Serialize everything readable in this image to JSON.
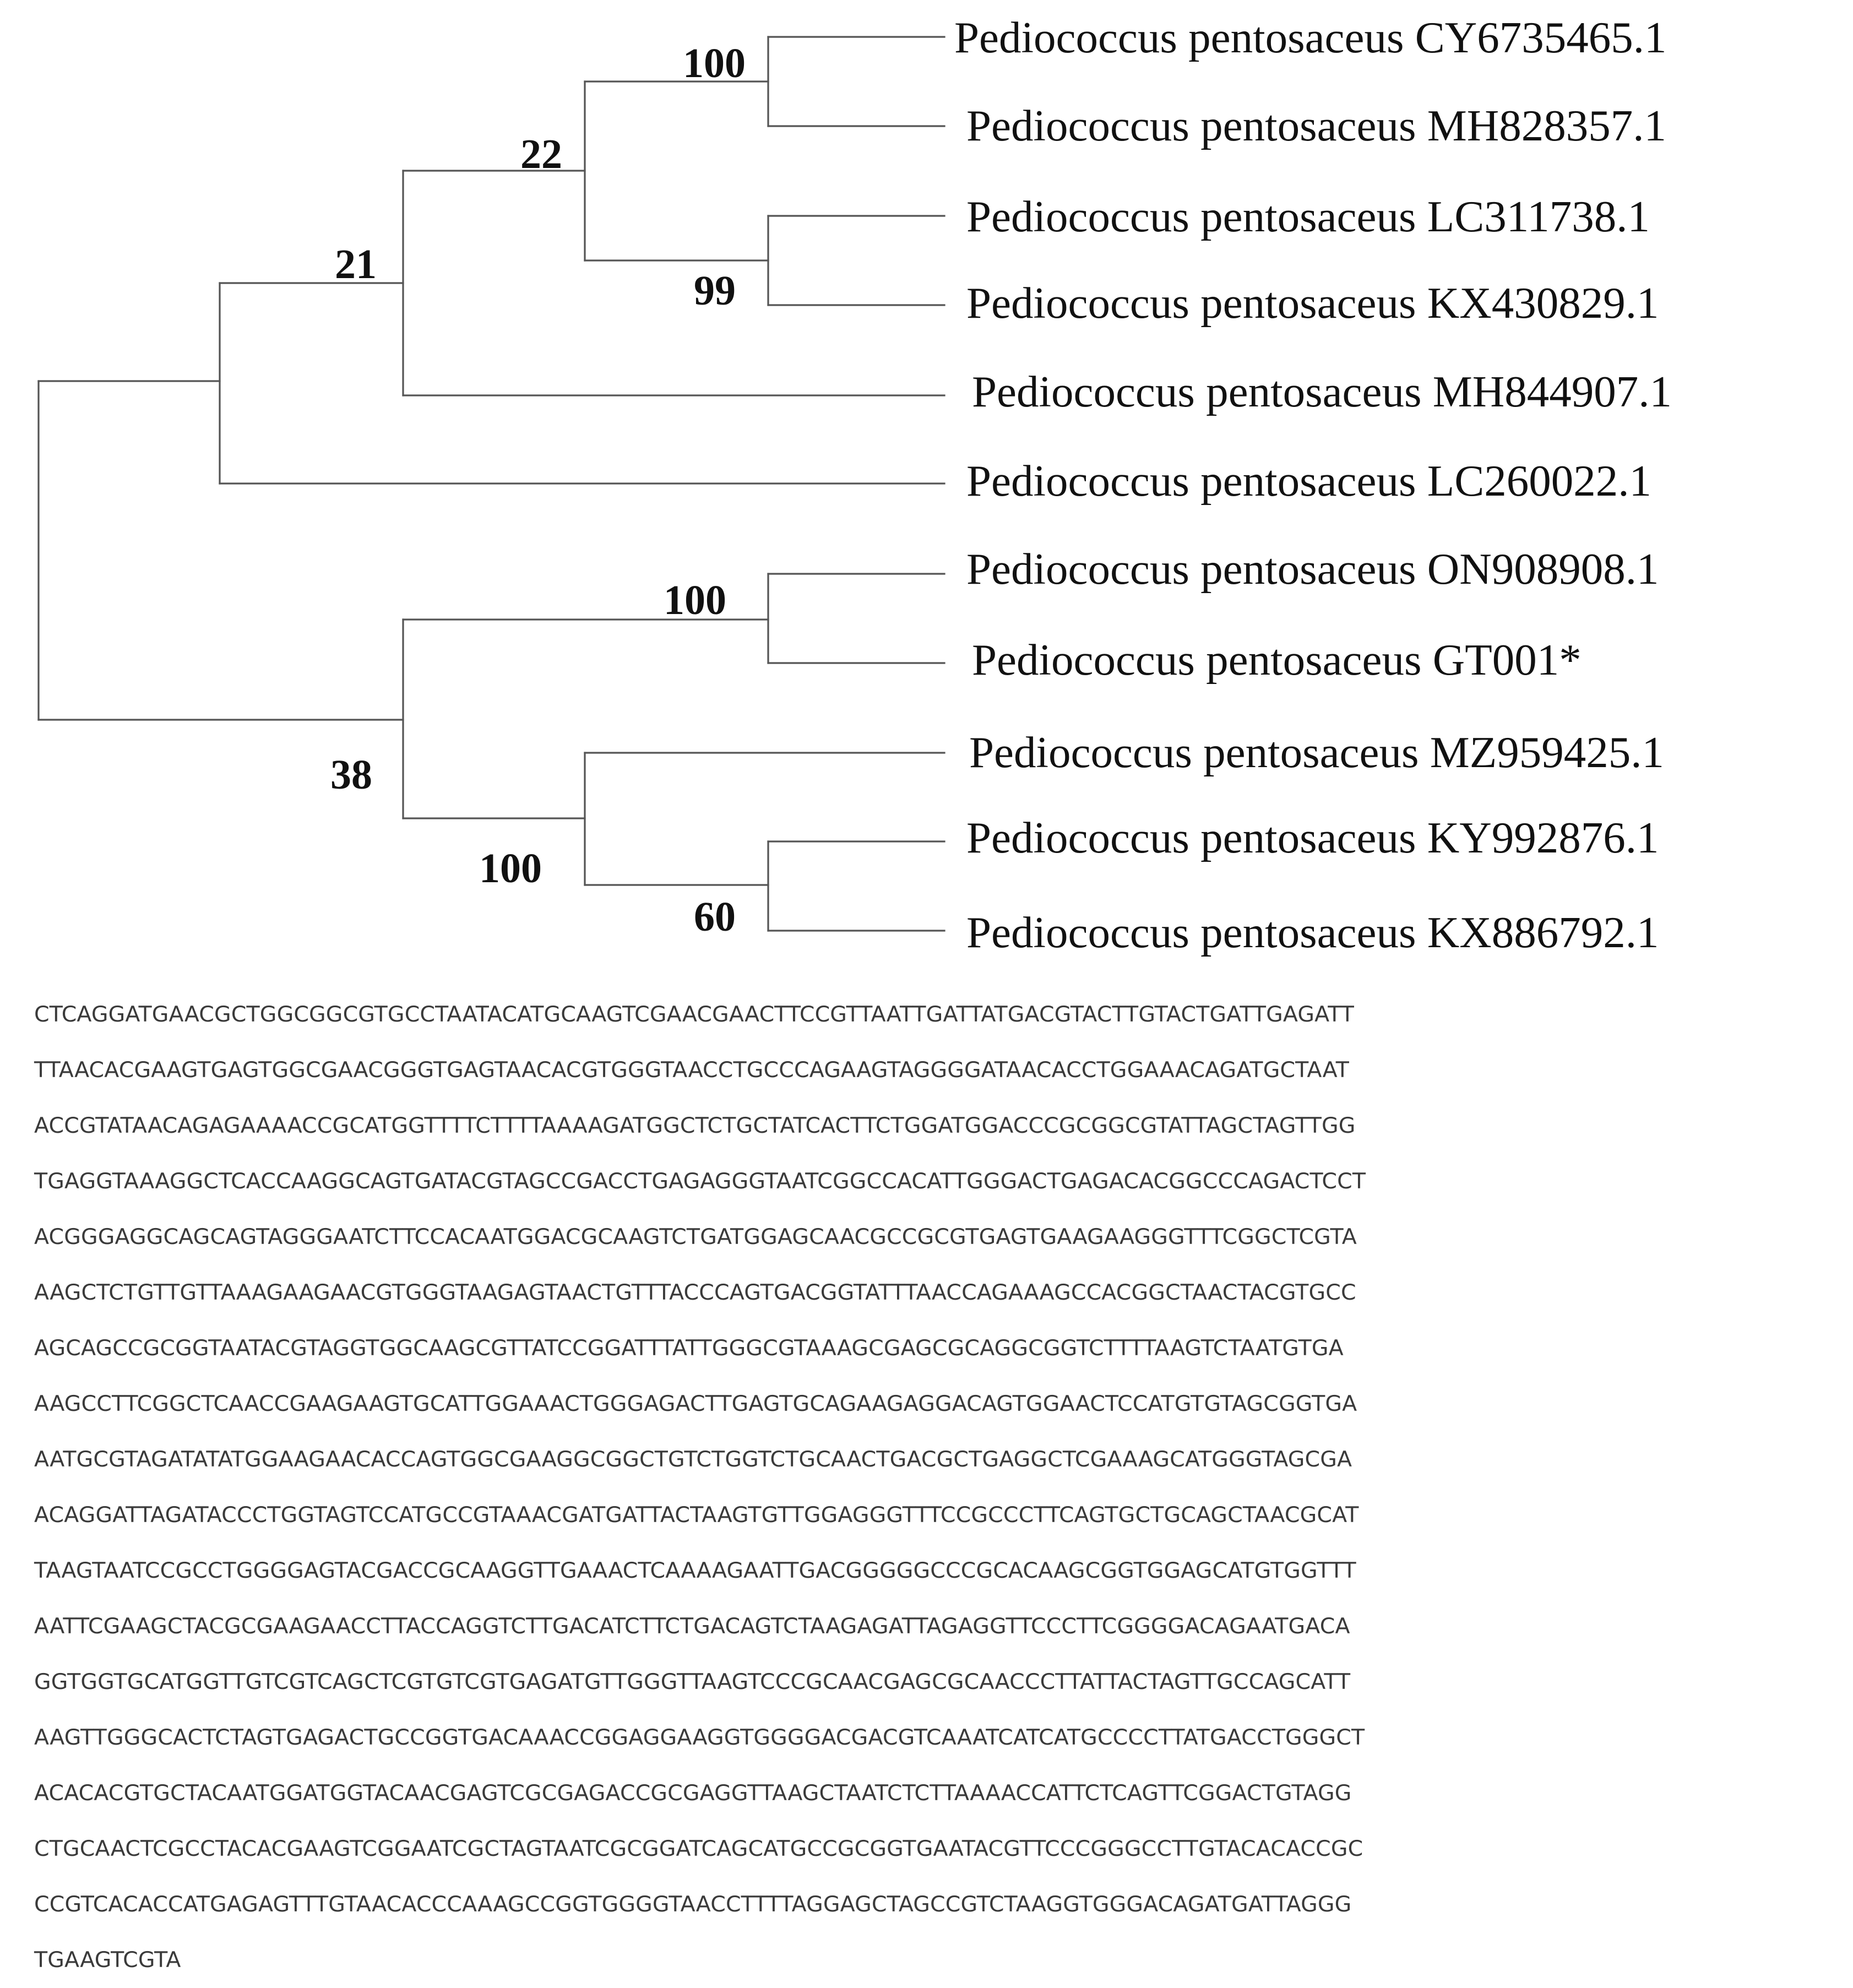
{
  "tree": {
    "taxa": [
      "Pediococcus pentosaceus CY6735465.1",
      "Pediococcus pentosaceus MH828357.1",
      "Pediococcus pentosaceus LC311738.1",
      "Pediococcus pentosaceus KX430829.1",
      "Pediococcus pentosaceus MH844907.1",
      "Pediococcus pentosaceus LC260022.1",
      "Pediococcus pentosaceus ON908908.1",
      "Pediococcus pentosaceus GT001*",
      "Pediococcus pentosaceus MZ959425.1",
      "Pediococcus pentosaceus KY992876.1",
      "Pediococcus pentosaceus KX886792.1"
    ],
    "bootstrap": {
      "cy_mh828": "100",
      "upper_pair_clade": "22",
      "lc311_kx430": "99",
      "with_mh844": "21",
      "on908_gt001": "100",
      "lower_clade": "38",
      "mz_ky_kx886": "100",
      "ky992_kx886": "60"
    }
  },
  "sequence": {
    "lines": [
      "CTCAGGATGAACGCTGGCGGCGTGCCTAATACATGCAAGTCGAACGAACTTCCGTTAATTGATTATGACGTACTTGTACTGATTGAGATT",
      "TTAACACGAAGTGAGTGGCGAACGGGTGAGTAACACGTGGGTAACCTGCCCAGAAGTAGGGGATAACACCTGGAAACAGATGCTAAT",
      "ACCGTATAACAGAGAAAACCGCATGGTTTTCTTTTAAAAGATGGCTCTGCTATCACTTCTGGATGGACCCGCGGCGTATTAGCTAGTTGG",
      "TGAGGTAAAGGCTCACCAAGGCAGTGATACGTAGCCGACCTGAGAGGGTAATCGGCCACATTGGGACTGAGACACGGCCCAGACTCCT",
      "ACGGGAGGCAGCAGTAGGGAATCTTCCACAATGGACGCAAGTCTGATGGAGCAACGCCGCGTGAGTGAAGAAGGGTTTCGGCTCGTA",
      "AAGCTCTGTTGTTAAAGAAGAACGTGGGTAAGAGTAACTGTTTACCCAGTGACGGTATTTAACCAGAAAGCCACGGCTAACTACGTGCC",
      "AGCAGCCGCGGTAATACGTAGGTGGCAAGCGTTATCCGGATTTATTGGGCGTAAAGCGAGCGCAGGCGGTCTTTTAAGTCTAATGTGA",
      "AAGCCTTCGGCTCAACCGAAGAAGTGCATTGGAAACTGGGAGACTTGAGTGCAGAAGAGGACAGTGGAACTCCATGTGTAGCGGTGA",
      "AATGCGTAGATATATGGAAGAACACCAGTGGCGAAGGCGGCTGTCTGGTCTGCAACTGACGCTGAGGCTCGAAAGCATGGGTAGCGA",
      "ACAGGATTAGATACCCTGGTAGTCCATGCCGTAAACGATGATTACTAAGTGTTGGAGGGTTTCCGCCCTTCAGTGCTGCAGCTAACGCAT",
      "TAAGTAATCCGCCTGGGGAGTACGACCGCAAGGTTGAAACTCAAAAGAATTGACGGGGGCCCGCACAAGCGGTGGAGCATGTGGTTT",
      "AATTCGAAGCTACGCGAAGAACCTTACCAGGTCTTGACATCTTCTGACAGTCTAAGAGATTAGAGGTTCCCTTCGGGGACAGAATGACA",
      "GGTGGTGCATGGTTGTCGTCAGCTCGTGTCGTGAGATGTTGGGTTAAGTCCCGCAACGAGCGCAACCCTTATTACTAGTTGCCAGCATT",
      "AAGTTGGGCACTCTAGTGAGACTGCCGGTGACAAACCGGAGGAAGGTGGGGACGACGTCAAATCATCATGCCCCTTATGACCTGGGCT",
      "ACACACGTGCTACAATGGATGGTACAACGAGTCGCGAGACCGCGAGGTTAAGCTAATCTCTTAAAACCATTCTCAGTTCGGACTGTAGG",
      "CTGCAACTCGCCTACACGAAGTCGGAATCGCTAGTAATCGCGGATCAGCATGCCGCGGTGAATACGTTCCCGGGCCTTGTACACACCGC",
      "CCGTCACACCATGAGAGTTTGTAACACCCAAAGCCGGTGGGGTAACCTTTTAGGAGCTAGCCGTCTAAGGTGGGACAGATGATTAGGG",
      "TGAAGTCGTA"
    ]
  }
}
